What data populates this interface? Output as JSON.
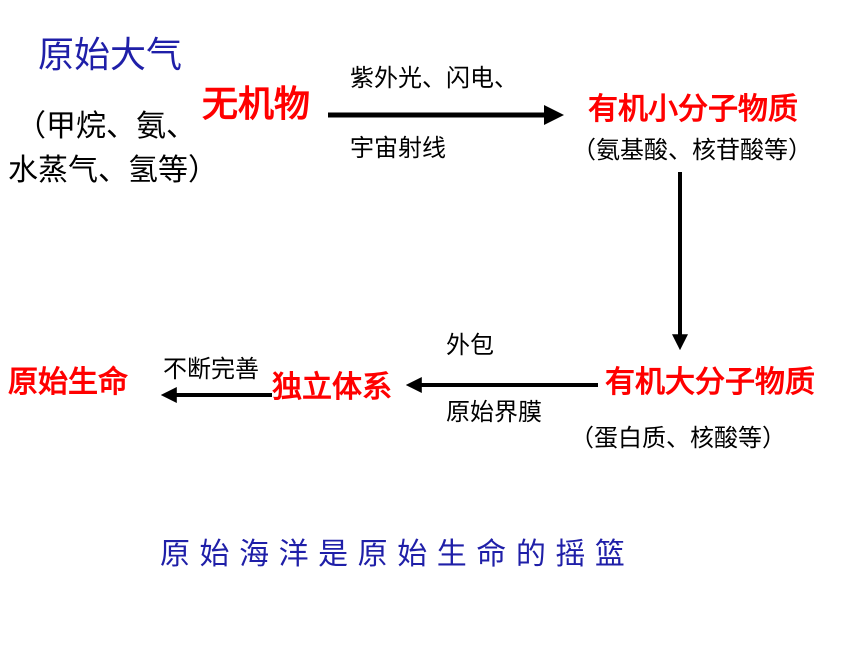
{
  "title": "原始大气",
  "atmosphere_composition_line1": "（甲烷、氨、",
  "atmosphere_composition_line2": "水蒸气、氢等）",
  "stage1": "无机物",
  "energy_line1": "紫外光、闪电、",
  "energy_line2": "宇宙射线",
  "stage2": "有机小分子物质",
  "stage2_examples": "（氨基酸、核苷酸等）",
  "stage3": "有机大分子物质",
  "stage3_examples": "（蛋白质、核酸等）",
  "membrane_line1": "外包",
  "membrane_line2": "原始界膜",
  "stage4": "独立体系",
  "perfect_label": "不断完善",
  "stage5": "原始生命",
  "conclusion": "原 始 海 洋 是 原 始 生 命 的 摇 篮",
  "colors": {
    "title": "#1f1fa8",
    "stage": "#ff0000",
    "text": "#000000",
    "arrow": "#000000"
  }
}
